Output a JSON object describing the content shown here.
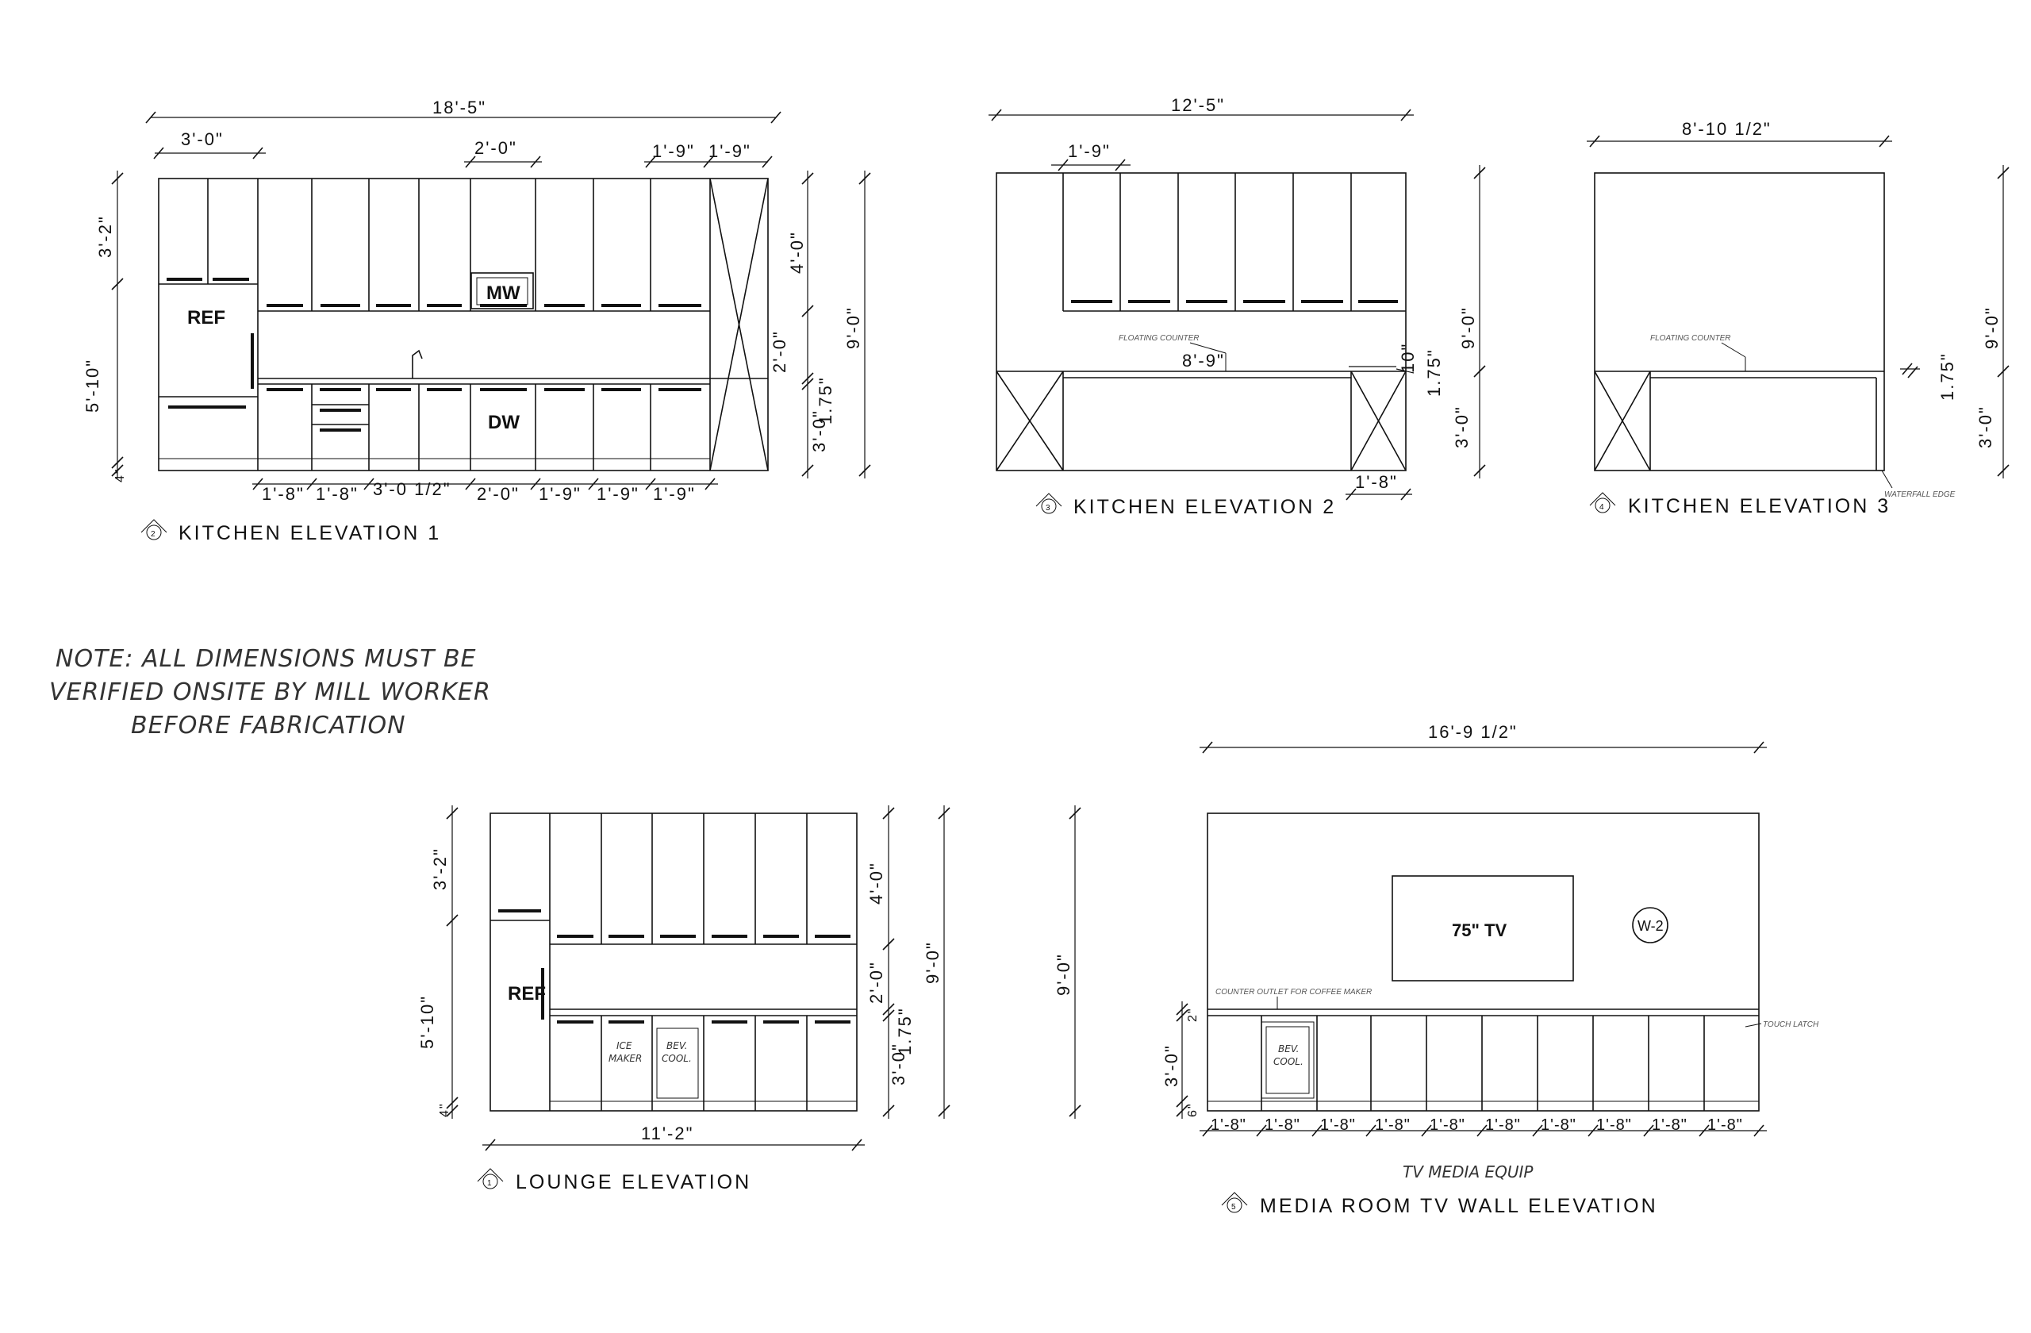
{
  "note": {
    "line1": "NOTE: ALL DIMENSIONS MUST BE",
    "line2": "VERIFIED ONSITE BY MILL WORKER",
    "line3": "BEFORE FABRICATION"
  },
  "kitchen1": {
    "tag": "2",
    "title": "KITCHEN ELEVATION 1",
    "overall_width": "18'-5\"",
    "upper_w1": "3'-0\"",
    "upper_w2": "2'-0\"",
    "upper_w3": "1'-9\"",
    "upper_w4": "1'-9\"",
    "left_upper_h": "3'-2\"",
    "left_lower_h": "5'-10\"",
    "left_base": "4\"",
    "right_upper_h": "4'-0\"",
    "right_mid_h": "2'-0\"",
    "right_counter": "1.75\"",
    "right_lower_h": "3'-0\"",
    "right_total": "9'-0\"",
    "bottom_dims": [
      "1'-8\"",
      "1'-8\"",
      "3'-0 1/2\"",
      "2'-0\"",
      "1'-9\"",
      "1'-9\"",
      "1'-9\""
    ],
    "ref_label": "REF",
    "mw_label": "MW",
    "dw_label": "DW"
  },
  "kitchen2": {
    "tag": "3",
    "title": "KITCHEN ELEVATION 2",
    "overall_width": "12'-5\"",
    "upper_w": "1'-9\"",
    "counter_w": "8'-9\"",
    "floating_counter": "FLOATING COUNTER",
    "right_upper": "10\"",
    "right_counter": "1.75\"",
    "right_lower": "3'-0\"",
    "right_total": "9'-0\"",
    "bottom_dim": "1'-8\""
  },
  "kitchen3": {
    "tag": "4",
    "title": "KITCHEN ELEVATION 3",
    "overall_width": "8'-10 1/2\"",
    "floating_counter": "FLOATING COUNTER",
    "waterfall": "WATERFALL EDGE",
    "right_counter": "1.75\"",
    "right_lower": "3'-0\"",
    "right_total": "9'-0\""
  },
  "lounge": {
    "tag": "1",
    "title": "LOUNGE ELEVATION",
    "overall_width": "11'-2\"",
    "left_upper_h": "3'-2\"",
    "left_lower_h": "5'-10\"",
    "left_base": "4\"",
    "right_upper_h": "4'-0\"",
    "right_mid_h": "2'-0\"",
    "right_counter": "1.75\"",
    "right_lower_h": "3'-0\"",
    "right_total": "9'-0\"",
    "ref_label": "REF",
    "ice_maker_1": "ICE",
    "ice_maker_2": "MAKER",
    "bev_cool_1": "BEV.",
    "bev_cool_2": "COOL."
  },
  "media": {
    "tag": "5",
    "title": "MEDIA ROOM TV WALL ELEVATION",
    "overall_width": "16'-9 1/2\"",
    "total_h": "9'-0\"",
    "lower_h": "3'-0\"",
    "counter_h": "2\"",
    "base_h": "6\"",
    "tv_label": "75\" TV",
    "wall_tag": "W-2",
    "outlet_note": "COUNTER OUTLET FOR COFFEE MAKER",
    "touch_latch": "TOUCH LATCH",
    "media_equip": "TV MEDIA EQUIP",
    "bev_cool_1": "BEV.",
    "bev_cool_2": "COOL.",
    "bottom_dims": [
      "1'-8\"",
      "1'-8\"",
      "1'-8\"",
      "1'-8\"",
      "1'-8\"",
      "1'-8\"",
      "1'-8\"",
      "1'-8\"",
      "1'-8\"",
      "1'-8\""
    ]
  }
}
